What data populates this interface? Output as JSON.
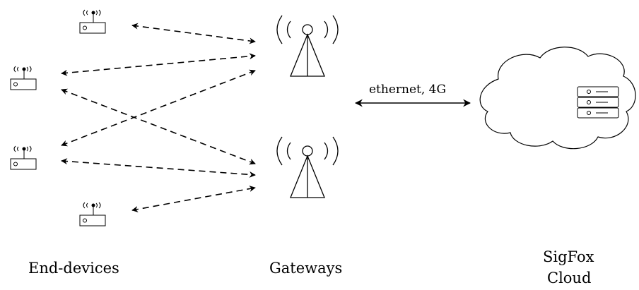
{
  "labels": {
    "end_devices": "End-devices",
    "gateways": "Gateways",
    "cloud_line1": "SigFox",
    "cloud_line2": "Cloud",
    "link": "ethernet, 4G"
  },
  "colors": {
    "stroke": "#000000",
    "background": "#ffffff"
  },
  "nodes": {
    "end_devices": [
      "end-device-1",
      "end-device-2",
      "end-device-3",
      "end-device-4"
    ],
    "gateways": [
      "gateway-top",
      "gateway-bottom"
    ],
    "cloud": "sigfox-cloud"
  },
  "connections": [
    {
      "from": "end-device-1",
      "to": "gateway-top",
      "style": "dashed",
      "arrows": "both"
    },
    {
      "from": "end-device-2",
      "to": "gateway-top",
      "style": "dashed",
      "arrows": "both"
    },
    {
      "from": "end-device-2",
      "to": "gateway-bottom",
      "style": "dashed",
      "arrows": "both"
    },
    {
      "from": "end-device-3",
      "to": "gateway-top",
      "style": "dashed",
      "arrows": "both"
    },
    {
      "from": "end-device-3",
      "to": "gateway-bottom",
      "style": "dashed",
      "arrows": "both"
    },
    {
      "from": "end-device-4",
      "to": "gateway-bottom",
      "style": "dashed",
      "arrows": "both"
    },
    {
      "from": "gateways",
      "to": "sigfox-cloud",
      "style": "solid",
      "arrows": "both",
      "label": "ethernet, 4G"
    }
  ]
}
